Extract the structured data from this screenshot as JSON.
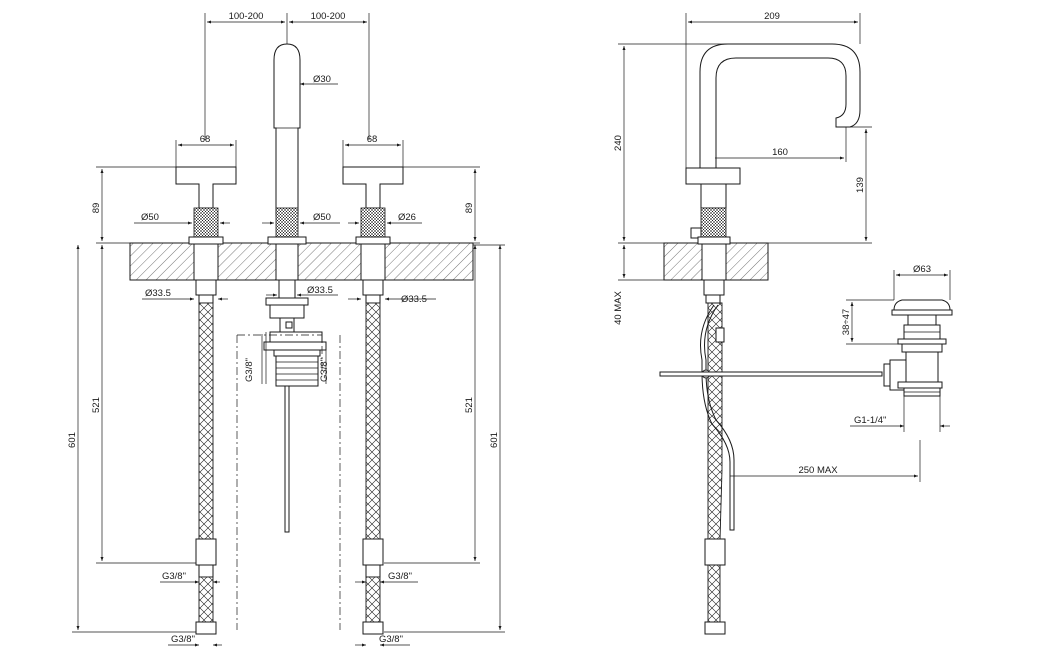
{
  "front_view": {
    "spacing_left": "100-200",
    "spacing_right": "100-200",
    "handle_width_left": "68",
    "handle_width_right": "68",
    "spout_diameter": "Ø30",
    "handle_height_left": "89",
    "handle_height_right": "89",
    "handle_base_diameter_left": "Ø50",
    "spout_base_diameter": "Ø50",
    "handle_base_diameter_right": "Ø26",
    "hole_diameter_left": "Ø33.5",
    "hole_diameter_center": "Ø33.5",
    "hole_diameter_right": "Ø33.5",
    "waste_thread_left": "G3/8\"",
    "waste_thread_right": "G3/8\"",
    "hose_length_left": "521",
    "hose_length_right": "521",
    "total_height_left": "601",
    "total_height_right": "601",
    "hose_thread_left_upper": "G3/8\"",
    "hose_thread_right_upper": "G3/8\"",
    "hose_thread_left_lower": "G3/8\"",
    "hose_thread_right_lower": "G3/8\""
  },
  "side_view": {
    "spout_projection": "209",
    "spout_height": "240",
    "spout_reach": "160",
    "outlet_height": "139",
    "deck_thickness": "40 MAX",
    "waste_diameter": "Ø63",
    "waste_lift": "38÷47",
    "waste_thread": "G1-1/4\"",
    "rod_length": "250 MAX"
  }
}
